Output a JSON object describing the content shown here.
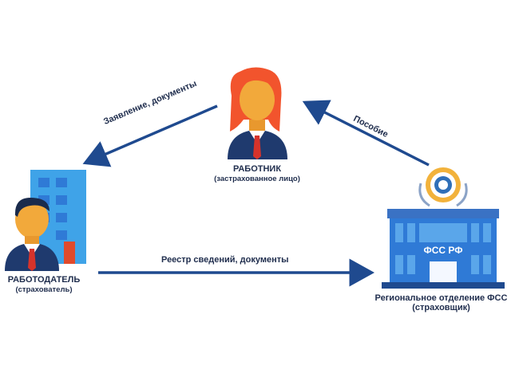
{
  "nodes": {
    "worker": {
      "title": "РАБОТНИК",
      "subtitle": "(застрахованное лицо)"
    },
    "employer": {
      "title": "РАБОТОДАТЕЛЬ",
      "subtitle": "(страхователь)"
    },
    "fss": {
      "title": "Региональное отделение ФСС",
      "subtitle": "(страховщик)",
      "sign": "ФСС РФ"
    }
  },
  "edges": {
    "worker_to_employer": "Заявление, документы",
    "fss_to_worker": "Пособие",
    "employer_to_fss": "Реестр сведений, документы"
  },
  "colors": {
    "arrow": "#1f4a8f",
    "building_blue": "#2f7ad6",
    "building_light": "#3fa3e8",
    "skin": "#f2a93b",
    "hair_woman": "#f2542d",
    "hair_man": "#1a2b4c",
    "suit": "#1f3a6e",
    "tie": "#d6332b"
  }
}
